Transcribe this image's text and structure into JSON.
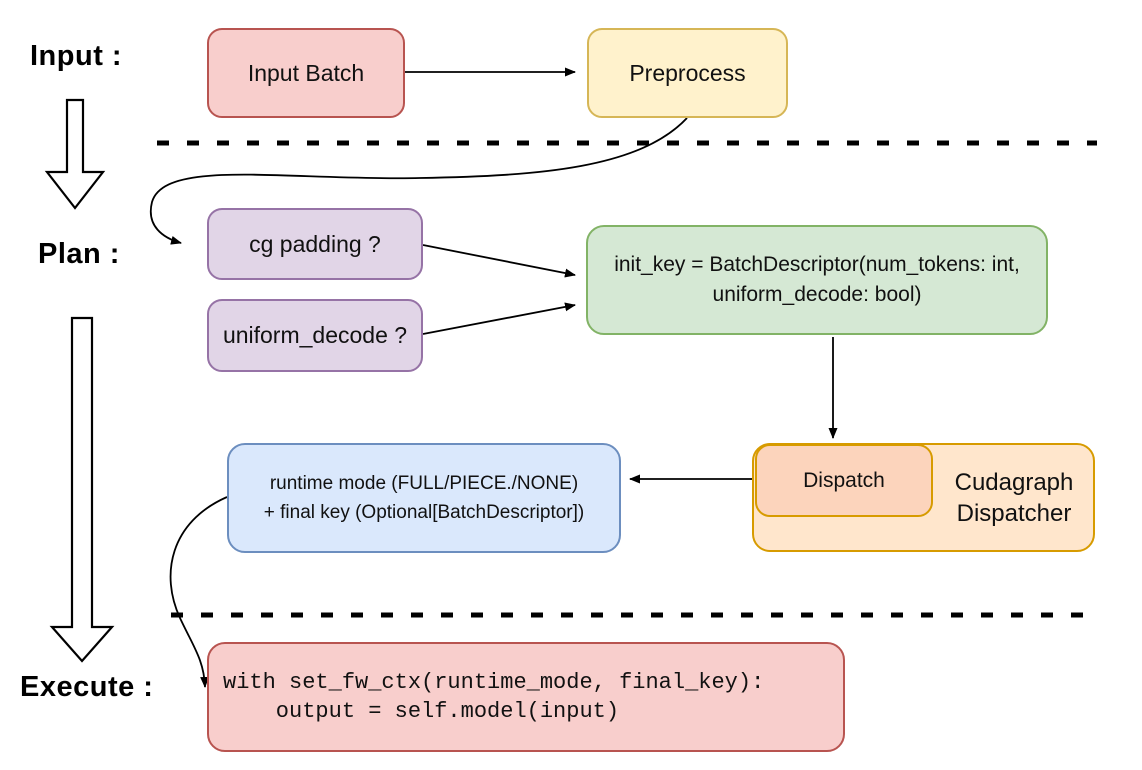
{
  "diagram": {
    "section_labels": {
      "input": "Input :",
      "plan": "Plan :",
      "execute": "Execute :"
    },
    "nodes": {
      "input_batch": {
        "label": "Input Batch"
      },
      "preprocess": {
        "label": "Preprocess"
      },
      "cg_padding": {
        "label": "cg padding ?"
      },
      "uniform_decode": {
        "label": "uniform_decode ?"
      },
      "init_key": {
        "line1": "init_key = BatchDescriptor(num_tokens: int,",
        "line2": "uniform_decode: bool)"
      },
      "dispatch": {
        "label": "Dispatch"
      },
      "cudagraph_dispatcher": {
        "line1": "Cudagraph",
        "line2": "Dispatcher"
      },
      "runtime_mode": {
        "line1": "runtime mode (FULL/PIECE./NONE)",
        "line2": "+ final key (Optional[BatchDescriptor])"
      },
      "execute_code": {
        "line1": "with set_fw_ctx(runtime_mode, final_key):",
        "line2": "    output = self.model(input)"
      }
    },
    "palette": {
      "red_fill": "#f8cecc",
      "red_stroke": "#b85450",
      "yellow_fill": "#fff2cc",
      "yellow_stroke": "#d6b656",
      "purple_fill": "#e1d5e7",
      "purple_stroke": "#9673a6",
      "green_fill": "#d5e8d4",
      "green_stroke": "#82b366",
      "blue_fill": "#dae8fc",
      "blue_stroke": "#6c8ebf",
      "orange_fill": "#ffe6cc",
      "orange_inner_fill": "#fcd4bc",
      "orange_stroke": "#d79b00",
      "connector": "#000000"
    }
  }
}
